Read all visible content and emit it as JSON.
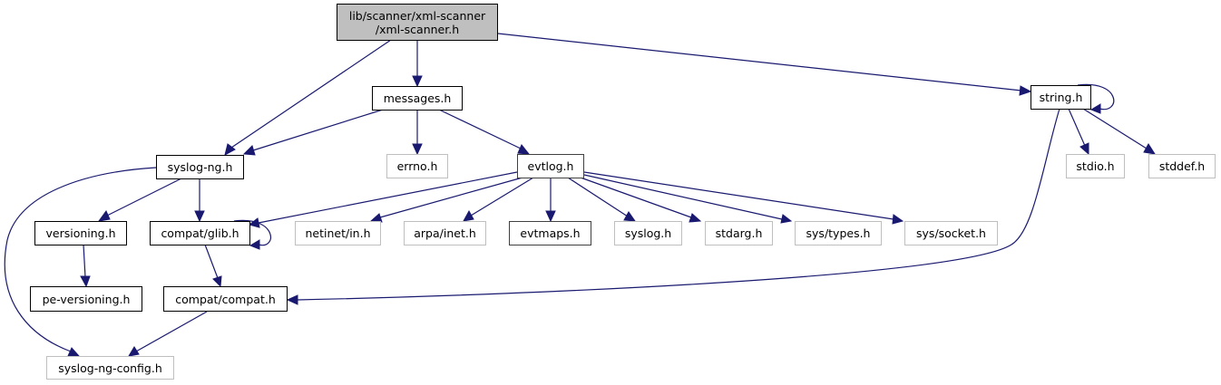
{
  "diagram": {
    "type": "include-dependency-graph",
    "edge_color": "#191970",
    "root": {
      "id": "root",
      "line1": "lib/scanner/xml-scanner",
      "line2": "/xml-scanner.h",
      "fill": "#bfbfbf"
    },
    "nodes": [
      {
        "id": "messages",
        "label": "messages.h",
        "documented": true
      },
      {
        "id": "string",
        "label": "string.h",
        "documented": true
      },
      {
        "id": "syslogng",
        "label": "syslog-ng.h",
        "documented": true
      },
      {
        "id": "errno",
        "label": "errno.h",
        "documented": false
      },
      {
        "id": "evtlog",
        "label": "evtlog.h",
        "documented": true
      },
      {
        "id": "stdio",
        "label": "stdio.h",
        "documented": false
      },
      {
        "id": "stddef",
        "label": "stddef.h",
        "documented": false
      },
      {
        "id": "versioning",
        "label": "versioning.h",
        "documented": true
      },
      {
        "id": "glib",
        "label": "compat/glib.h",
        "documented": true
      },
      {
        "id": "netinet",
        "label": "netinet/in.h",
        "documented": false
      },
      {
        "id": "arpa",
        "label": "arpa/inet.h",
        "documented": false
      },
      {
        "id": "evtmaps",
        "label": "evtmaps.h",
        "documented": true
      },
      {
        "id": "syslog",
        "label": "syslog.h",
        "documented": false
      },
      {
        "id": "stdarg",
        "label": "stdarg.h",
        "documented": false
      },
      {
        "id": "systypes",
        "label": "sys/types.h",
        "documented": false
      },
      {
        "id": "syssocket",
        "label": "sys/socket.h",
        "documented": false
      },
      {
        "id": "peversioning",
        "label": "pe-versioning.h",
        "documented": true
      },
      {
        "id": "compat",
        "label": "compat/compat.h",
        "documented": true
      },
      {
        "id": "config",
        "label": "syslog-ng-config.h",
        "documented": false
      }
    ],
    "edges": [
      [
        "root",
        "syslogng"
      ],
      [
        "root",
        "messages"
      ],
      [
        "root",
        "string"
      ],
      [
        "messages",
        "syslogng"
      ],
      [
        "messages",
        "errno"
      ],
      [
        "messages",
        "evtlog"
      ],
      [
        "string",
        "string"
      ],
      [
        "string",
        "stdio"
      ],
      [
        "string",
        "stddef"
      ],
      [
        "string",
        "compat"
      ],
      [
        "syslogng",
        "versioning"
      ],
      [
        "syslogng",
        "glib"
      ],
      [
        "syslogng",
        "config"
      ],
      [
        "evtlog",
        "glib"
      ],
      [
        "evtlog",
        "netinet"
      ],
      [
        "evtlog",
        "arpa"
      ],
      [
        "evtlog",
        "evtmaps"
      ],
      [
        "evtlog",
        "syslog"
      ],
      [
        "evtlog",
        "stdarg"
      ],
      [
        "evtlog",
        "systypes"
      ],
      [
        "evtlog",
        "syssocket"
      ],
      [
        "glib",
        "glib"
      ],
      [
        "glib",
        "compat"
      ],
      [
        "versioning",
        "peversioning"
      ],
      [
        "compat",
        "config"
      ]
    ]
  }
}
